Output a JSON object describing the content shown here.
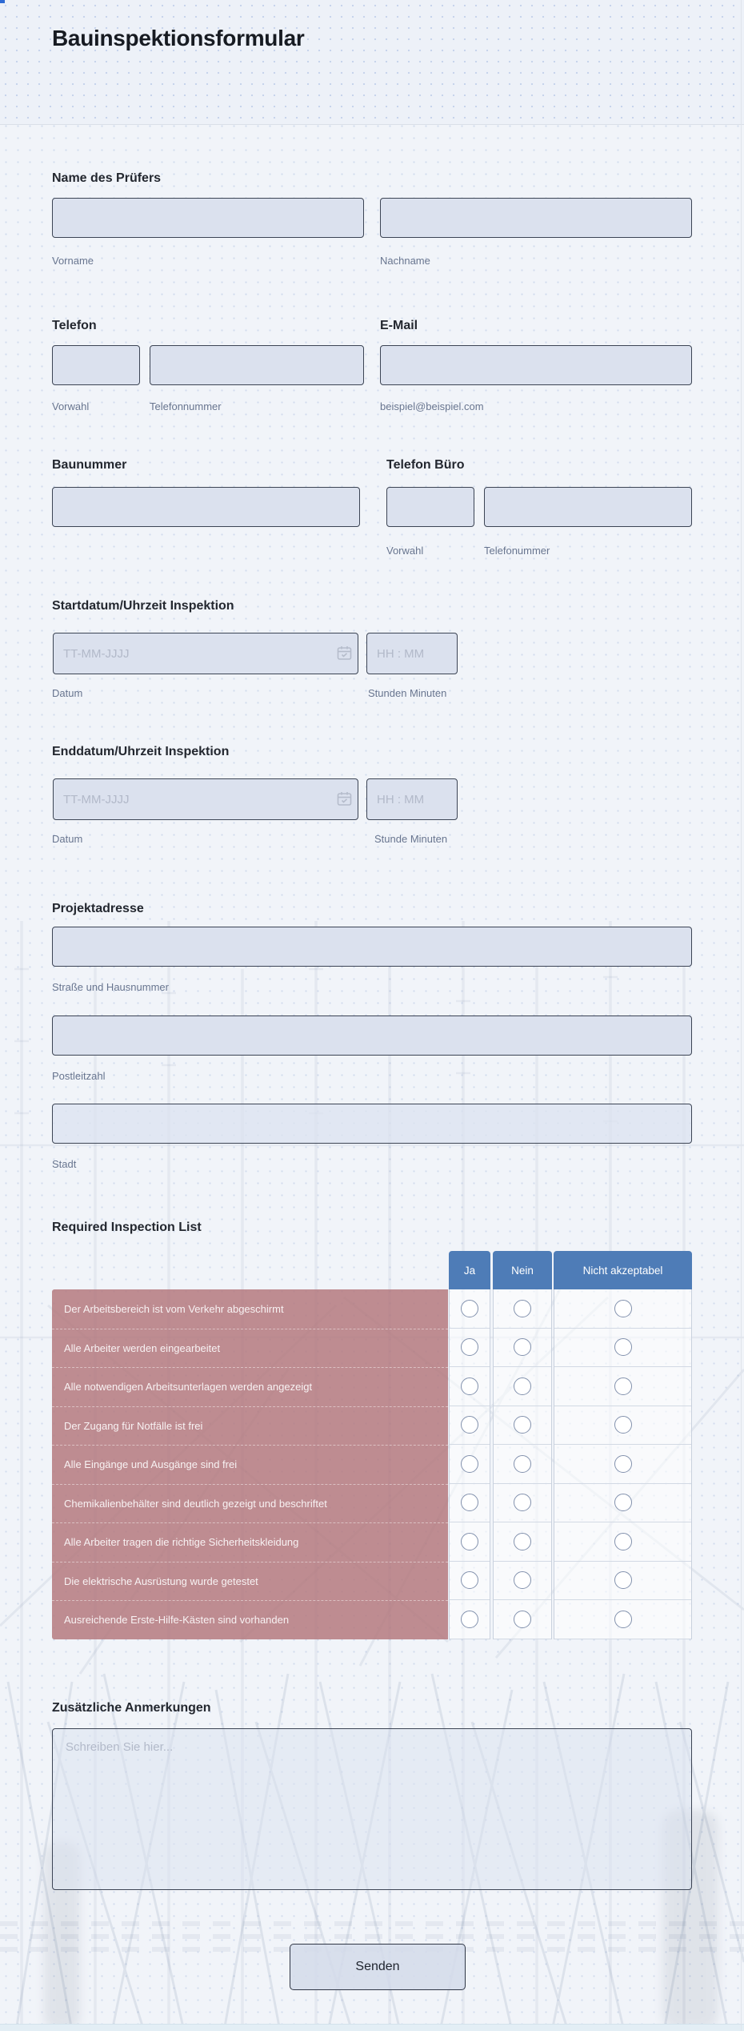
{
  "header": {
    "title": "Bauinspektionsformular"
  },
  "fields": {
    "name": {
      "label": "Name des Prüfers",
      "first_sublabel": "Vorname",
      "last_sublabel": "Nachname"
    },
    "phone": {
      "label": "Telefon",
      "area_sublabel": "Vorwahl",
      "number_sublabel": "Telefonnummer"
    },
    "email": {
      "label": "E-Mail",
      "sublabel": "beispiel@beispiel.com"
    },
    "project_number": {
      "label": "Baunummer"
    },
    "office_phone": {
      "label": "Telefon Büro",
      "area_sublabel": "Vorwahl",
      "number_sublabel": "Telefonummer"
    },
    "start": {
      "label": "Startdatum/Uhrzeit Inspektion",
      "date_placeholder": "TT-MM-JJJJ",
      "time_placeholder": "HH : MM",
      "date_sublabel": "Datum",
      "time_sublabel": "Stunden Minuten"
    },
    "end": {
      "label": "Enddatum/Uhrzeit Inspektion",
      "date_placeholder": "TT-MM-JJJJ",
      "time_placeholder": "HH : MM",
      "date_sublabel": "Datum",
      "time_sublabel": "Stunde Minuten"
    },
    "address": {
      "label": "Projektadresse",
      "street_sublabel": "Straße und Hausnummer",
      "postal_sublabel": "Postleitzahl",
      "city_sublabel": "Stadt"
    },
    "notes": {
      "label": "Zusätzliche Anmerkungen",
      "placeholder": "Schreiben Sie hier..."
    }
  },
  "table": {
    "label": "Required Inspection List",
    "columns": [
      "Ja",
      "Nein",
      "Nicht akzeptabel"
    ],
    "rows": [
      "Der Arbeitsbereich ist vom Verkehr abgeschirmt",
      "Alle Arbeiter werden eingearbeitet",
      "Alle notwendigen Arbeitsunterlagen werden angezeigt",
      "Der Zugang für Notfälle ist frei",
      "Alle Eingänge und Ausgänge sind frei",
      "Chemikalienbehälter sind deutlich gezeigt und beschriftet",
      "Alle Arbeiter tragen die richtige Sicherheitskleidung",
      "Die elektrische Ausrüstung wurde getestet",
      "Ausreichende Erste-Hilfe-Kästen sind vorhanden"
    ]
  },
  "submit": {
    "label": "Senden"
  },
  "colors": {
    "header_blue": "#4e7cb7",
    "row_pink": "#b2757a",
    "field_fill": "#dbe1ee",
    "field_border": "#3c4454",
    "sublabel_text": "#68758f",
    "page_background": "#f1f4f9",
    "footer_strip": "#e3eef5"
  }
}
